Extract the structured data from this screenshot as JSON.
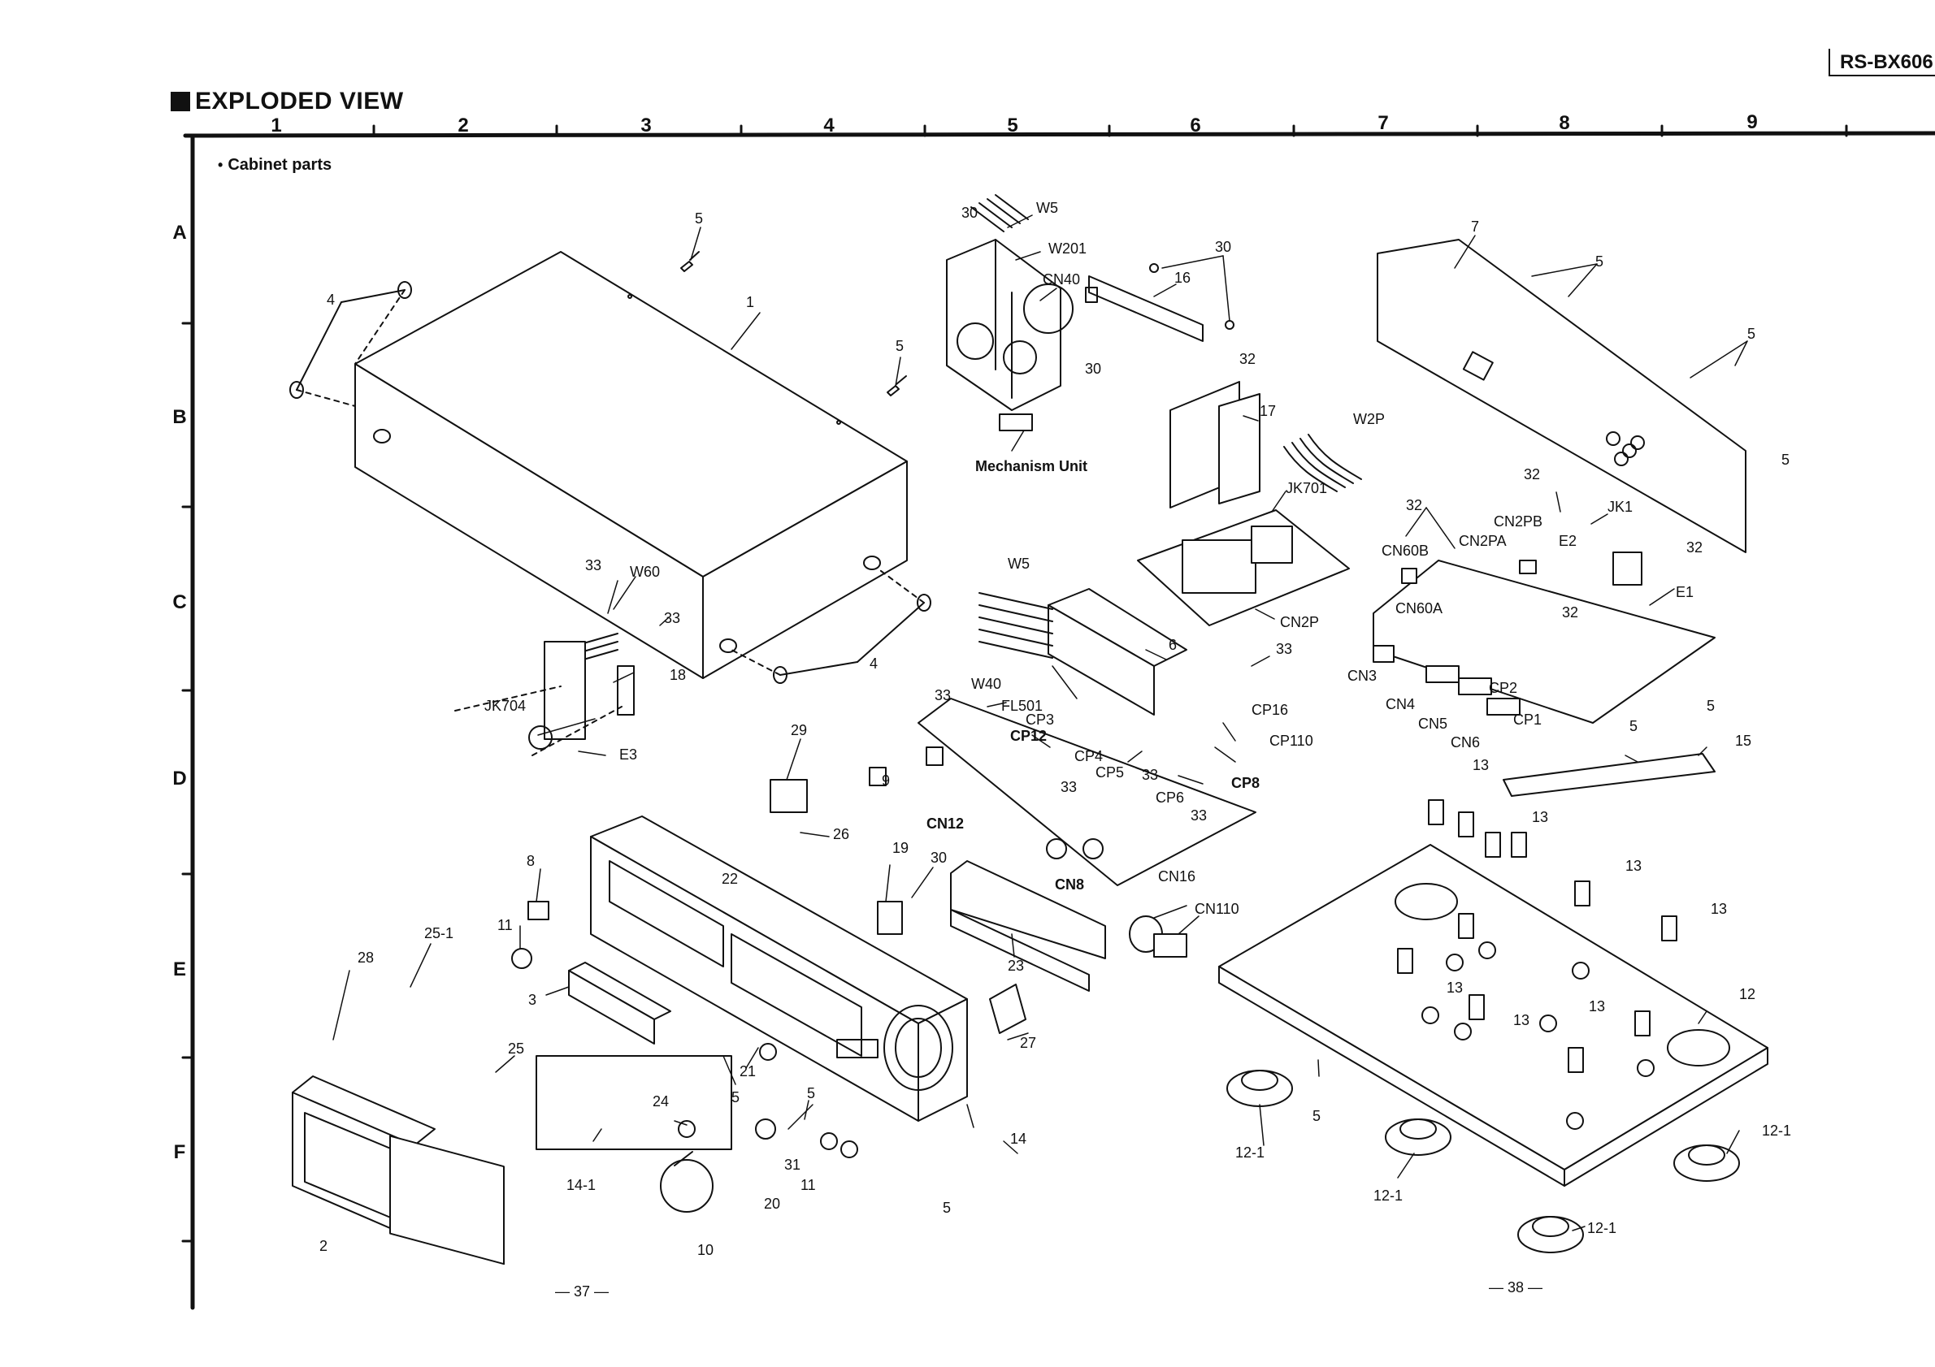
{
  "model": "RS-BX606",
  "title": "EXPLODED VIEW",
  "subtitle": "Cabinet parts",
  "page_left": "— 37 —",
  "page_right": "— 38 —",
  "grid_columns": [
    "1",
    "2",
    "3",
    "4",
    "5",
    "6",
    "7",
    "8",
    "9"
  ],
  "grid_rows": [
    "A",
    "B",
    "C",
    "D",
    "E",
    "F"
  ],
  "labels": {
    "cabinet": "1",
    "screw_5": "5",
    "foot_4": "4",
    "screw_30": "30",
    "wire_w5": "W5",
    "wire_w201": "W201",
    "cn40": "CN40",
    "bracket_16": "16",
    "mechanism_unit": "Mechanism Unit",
    "screw_32": "32",
    "shield_17": "17",
    "wire_w2p": "W2P",
    "jk701": "JK701",
    "cn2p": "CN2P",
    "rear_panel": "7",
    "cn60b": "CN60B",
    "cn2pa": "CN2PA",
    "cn2pb": "CN2PB",
    "jk1": "JK1",
    "e2": "E2",
    "e1": "E1",
    "cn60a": "CN60A",
    "cn3": "CN3",
    "cn4": "CN4",
    "cn5": "CN5",
    "cn6": "CN6",
    "cp1": "CP1",
    "cp2": "CP2",
    "screw_33": "33",
    "wire_w60": "W60",
    "bracket_18": "18",
    "jk704": "JK704",
    "e3": "E3",
    "display_6": "6",
    "wire_w40": "W40",
    "fl501": "FL501",
    "cp3": "CP3",
    "cp12": "CP12",
    "cp4": "CP4",
    "cp5": "CP5",
    "cp6": "CP6",
    "cp8": "CP8",
    "cp16": "CP16",
    "cp110": "CP110",
    "part_9": "9",
    "cn12": "CN12",
    "cn8": "CN8",
    "part_29": "29",
    "part_26": "26",
    "part_22": "22",
    "part_19": "19",
    "part_8": "8",
    "part_11": "11",
    "part_3": "3",
    "part_28": "28",
    "part_25_1": "25-1",
    "part_25": "25",
    "part_2": "2",
    "part_14_1": "14-1",
    "part_24": "24",
    "part_21": "21",
    "part_31": "31",
    "part_10": "10",
    "part_20": "20",
    "front_panel_14": "14",
    "part_23": "23",
    "cn16": "CN16",
    "cn110": "CN110",
    "part_27": "27",
    "part_13": "13",
    "part_15": "15",
    "chassis_12": "12",
    "foot_12_1": "12-1"
  }
}
